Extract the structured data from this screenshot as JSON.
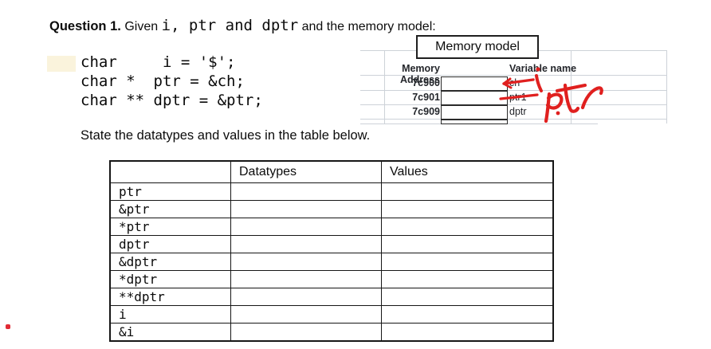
{
  "question": {
    "number_label": "Question 1.",
    "text_before_code": "Given",
    "inline_code": "i, ptr and dptr",
    "text_after_code": "and the memory model:"
  },
  "code_block": {
    "lines": [
      "char     i = '$';",
      "char *  ptr = &ch;",
      "char ** dptr = &ptr;"
    ],
    "highlight_color": "#faf3dc"
  },
  "memory_model": {
    "title": "Memory model",
    "address_header": "Memory Address",
    "variable_header": "Variable name",
    "rows": [
      {
        "address": "7c900",
        "value": "",
        "variable": "ch",
        "crossed_out": true,
        "handwritten_correction": "i"
      },
      {
        "address": "7c901",
        "value": "",
        "variable": "ptr1",
        "crossed_out": true,
        "handwritten_correction": "ptr"
      },
      {
        "address": "7c909",
        "value": "",
        "variable": "dptr",
        "crossed_out": false,
        "handwritten_correction": ""
      }
    ],
    "annotation_color": "#e0201f"
  },
  "instruction": "State the datatypes and values in the table below.",
  "answer_table": {
    "headers": [
      "",
      "Datatypes",
      "Values"
    ],
    "rows": [
      {
        "label": "ptr",
        "datatype": "",
        "value": ""
      },
      {
        "label": "&ptr",
        "datatype": "",
        "value": ""
      },
      {
        "label": "*ptr",
        "datatype": "",
        "value": ""
      },
      {
        "label": "dptr",
        "datatype": "",
        "value": ""
      },
      {
        "label": "&dptr",
        "datatype": "",
        "value": ""
      },
      {
        "label": "*dptr",
        "datatype": "",
        "value": ""
      },
      {
        "label": "**dptr",
        "datatype": "",
        "value": ""
      },
      {
        "label": "i",
        "datatype": "",
        "value": ""
      },
      {
        "label": "&i",
        "datatype": "",
        "value": ""
      }
    ]
  }
}
